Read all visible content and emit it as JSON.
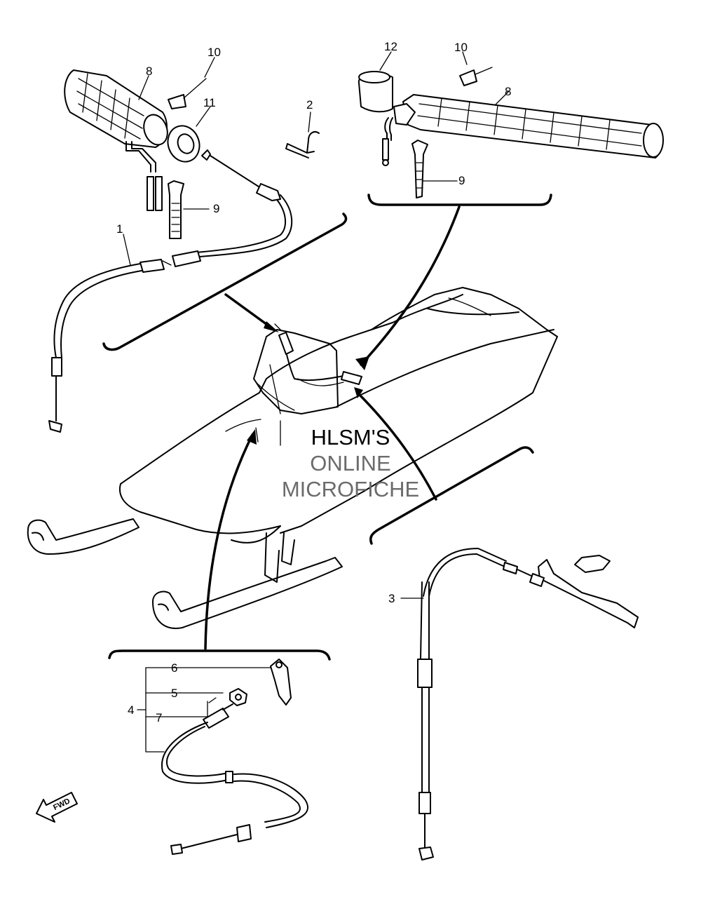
{
  "callouts": {
    "c1": "1",
    "c2": "2",
    "c3": "3",
    "c4": "4",
    "c5": "5",
    "c6": "6",
    "c7": "7",
    "c8_left": "8",
    "c8_right": "8",
    "c9_left": "9",
    "c9_right": "9",
    "c10_left": "10",
    "c10_right": "10",
    "c11": "11",
    "c12": "12"
  },
  "watermark": {
    "line1": "HLSM'S",
    "line2": "ONLINE",
    "line3": "MICROFICHE",
    "color_line1": "#000000",
    "color_lines23": "#6b6b6b"
  },
  "direction_badge": "FWD",
  "icons": {
    "fwd_arrow": "fwd-arrow-icon"
  }
}
